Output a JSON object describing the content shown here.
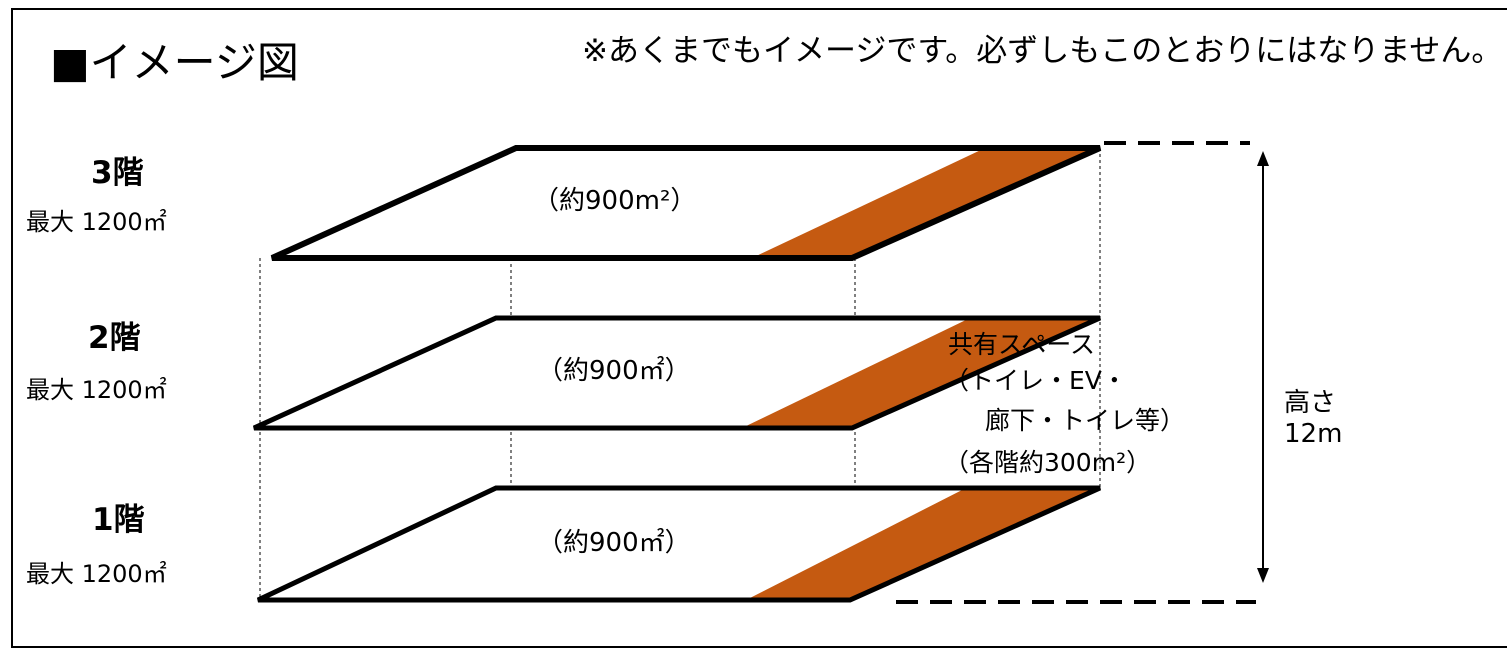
{
  "title": "■イメージ図",
  "note": "※あくまでもイメージです。必ずしもこのとおりにはなりません。",
  "floors": [
    {
      "name": "3階",
      "max_area": "最大 1200㎡",
      "area_label": "（約900m²）"
    },
    {
      "name": "2階",
      "max_area": "最大 1200㎡",
      "area_label": "（約900㎡）"
    },
    {
      "name": "1階",
      "max_area": "最大 1200㎡",
      "area_label": "（約900㎡）"
    }
  ],
  "shared_space": {
    "lines": [
      "共有スペース",
      "（トイレ・EV・",
      "　廊下・トイレ等）",
      "（各階約300m²）"
    ]
  },
  "height_label": [
    "高さ",
    "12m"
  ],
  "colors": {
    "floor_fill": "#ffffff",
    "shared_fill": "#c55a11",
    "outline": "#000000"
  }
}
